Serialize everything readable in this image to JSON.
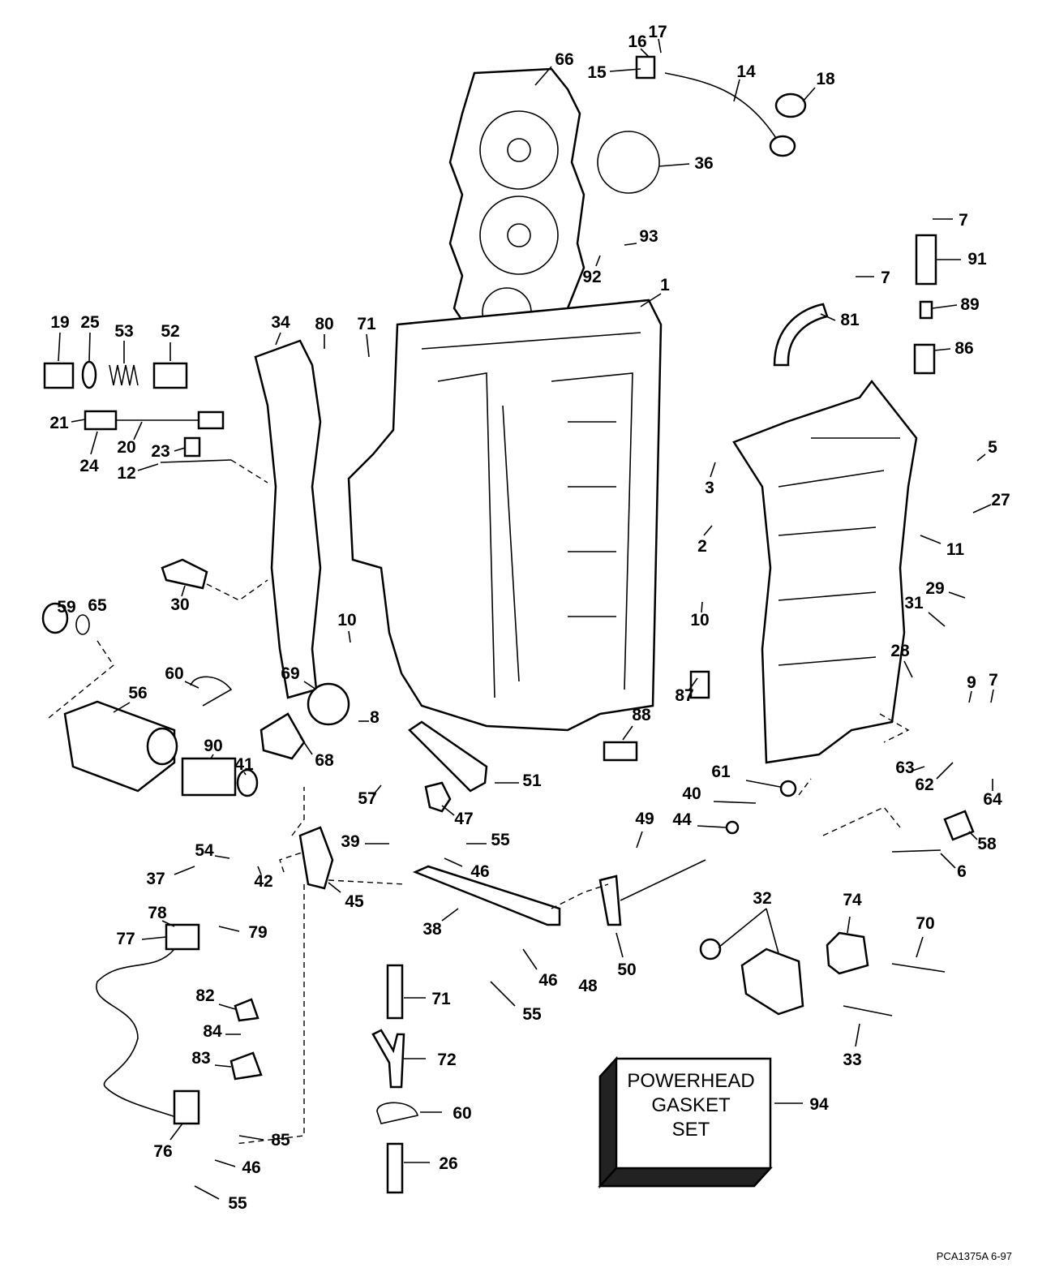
{
  "diagram": {
    "callouts": [
      "66",
      "16",
      "17",
      "15",
      "14",
      "18",
      "36",
      "7",
      "93",
      "92",
      "91",
      "7",
      "1",
      "89",
      "81",
      "19",
      "25",
      "53",
      "52",
      "34",
      "80",
      "71",
      "86",
      "21",
      "24",
      "20",
      "23",
      "5",
      "27",
      "12",
      "3",
      "2",
      "11",
      "30",
      "59",
      "65",
      "10",
      "10",
      "29",
      "31",
      "28",
      "9",
      "7",
      "60",
      "69",
      "56",
      "87",
      "8",
      "88",
      "68",
      "90",
      "41",
      "63",
      "62",
      "64",
      "61",
      "40",
      "51",
      "57",
      "47",
      "44",
      "49",
      "58",
      "39",
      "55",
      "54",
      "42",
      "46",
      "6",
      "37",
      "45",
      "78",
      "77",
      "79",
      "38",
      "32",
      "74",
      "70",
      "50",
      "46",
      "48",
      "71",
      "55",
      "82",
      "84",
      "83",
      "33",
      "72",
      "60",
      "94",
      "85",
      "76",
      "46",
      "26",
      "55"
    ],
    "gasket_set_box": {
      "line1": "POWERHEAD",
      "line2": "GASKET",
      "line3": "SET"
    },
    "footer_code": "PCA1375A  6-97"
  }
}
